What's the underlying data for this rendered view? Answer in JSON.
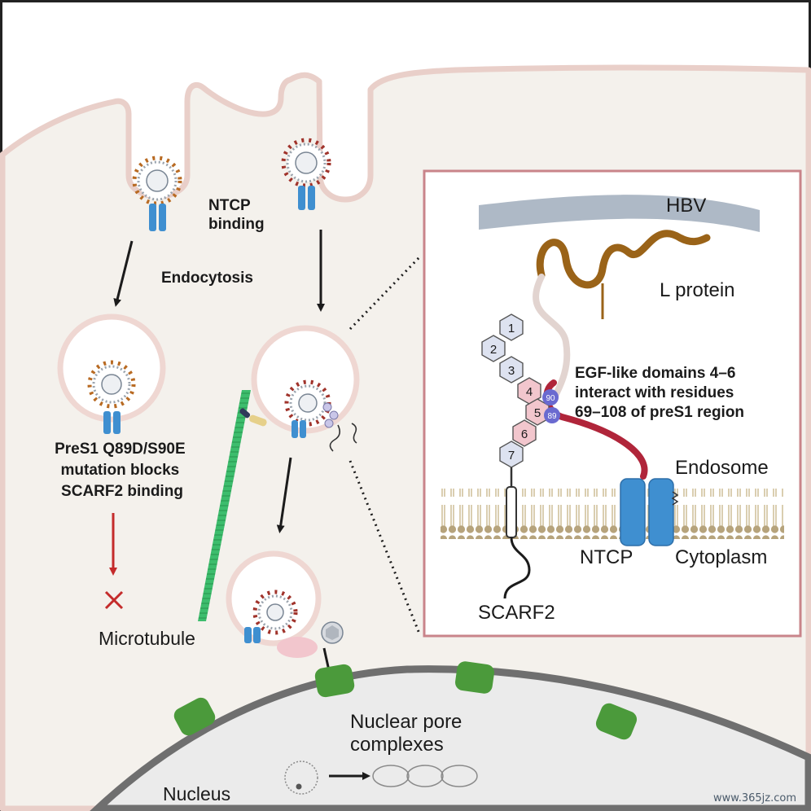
{
  "labels": {
    "ntcp_binding": [
      "NTCP",
      "binding"
    ],
    "endocytosis": "Endocytosis",
    "mutation": [
      "PreS1 Q89D/S90E",
      "mutation blocks",
      "SCARF2 binding"
    ],
    "microtubule": "Microtubule",
    "nuclear_pore": [
      "Nuclear pore",
      "complexes"
    ],
    "nucleus": "Nucleus",
    "watermark": "www.365jz.com"
  },
  "inset": {
    "hbv": "HBV",
    "l_protein": "L protein",
    "egf_text": [
      "EGF-like domains 4–6",
      "interact with residues",
      "69–108 of preS1 region"
    ],
    "domains": [
      "1",
      "2",
      "3",
      "4",
      "5",
      "6",
      "7"
    ],
    "residues": [
      "90",
      "89"
    ],
    "endosome": "Endosome",
    "ntcp": "NTCP",
    "cytoplasm": "Cytoplasm",
    "scarf2": "SCARF2"
  },
  "colors": {
    "cell_bg": "#f4f1ec",
    "membrane": "#efd7d2",
    "inset_border": "#c9848a",
    "arrow_red": "#c42b2b",
    "ntcp_blue": "#3f8fd0",
    "preS1_red": "#b0253a",
    "l_protein": "#9a6318",
    "microtubule": "#3dbd6d",
    "nuclear_pore": "#4b9a3b"
  }
}
